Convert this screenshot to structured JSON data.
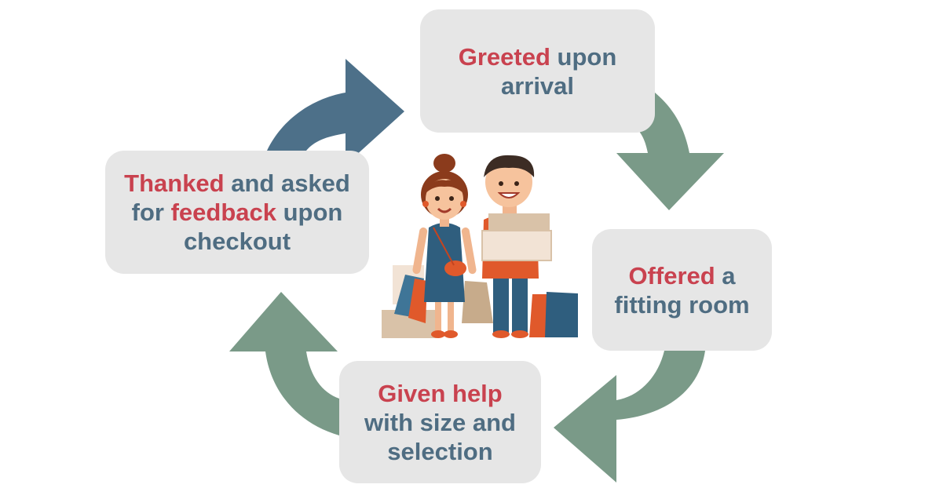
{
  "steps": [
    {
      "id": "greeted",
      "highlight": "Greeted",
      "rest": " upon arrival"
    },
    {
      "id": "offered",
      "highlight": "Offered",
      "rest": " a fitting room"
    },
    {
      "id": "given",
      "highlight": "Given help",
      "rest": " with size and selection"
    },
    {
      "id": "thanked",
      "parts": [
        {
          "text": "Thanked",
          "hl": true
        },
        {
          "text": " and asked for ",
          "hl": false
        },
        {
          "text": "feedback",
          "hl": true
        },
        {
          "text": " upon checkout",
          "hl": false
        }
      ]
    }
  ],
  "colors": {
    "highlight": "#c9424f",
    "text": "#4f6d82",
    "box": "#e6e6e6",
    "arrow_green": "#7a9a88",
    "arrow_blue": "#4d7089"
  },
  "illustration": "shoppers-couple-with-bags"
}
